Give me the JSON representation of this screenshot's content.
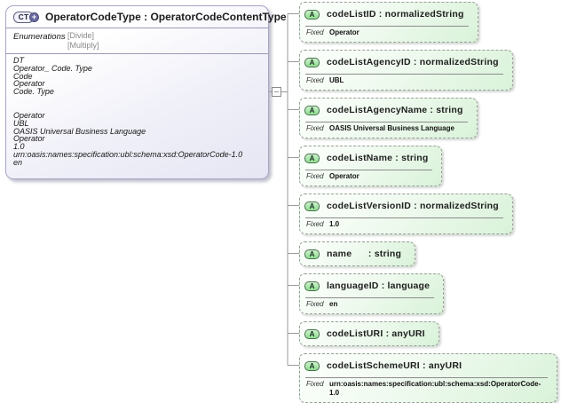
{
  "main_type": {
    "icon_label": "CT",
    "icon_plus": "+",
    "title": "OperatorCodeType : OperatorCodeContentType",
    "enumerations_label": "Enumerations",
    "enumeration_tags": [
      "[Divide]",
      "[Multiply]"
    ],
    "detail_lines_group1": [
      "DT",
      "Operator_ Code. Type",
      "Code",
      "Operator",
      "Code. Type"
    ],
    "detail_lines_group2": [
      "Operator",
      "UBL",
      "OASIS Universal Business Language",
      "Operator",
      "1.0",
      "urn:oasis:names:specification:ubl:schema:xsd:OperatorCode-1.0",
      "en"
    ]
  },
  "fixed_label": "Fixed",
  "attribute_icon_label": "A",
  "attributes": [
    {
      "label": "codeListID : normalizedString",
      "fixed": "Operator"
    },
    {
      "label": "codeListAgencyID : normalizedString",
      "fixed": "UBL"
    },
    {
      "label": "codeListAgencyName : string",
      "fixed": "OASIS Universal Business Language"
    },
    {
      "label": "codeListName : string",
      "fixed": "Operator"
    },
    {
      "label": "codeListVersionID : normalizedString",
      "fixed": "1.0"
    },
    {
      "label": "name      : string",
      "fixed": null
    },
    {
      "label": "languageID : language",
      "fixed": "en"
    },
    {
      "label": "codeListURI : anyURI",
      "fixed": null
    },
    {
      "label": "codeListSchemeURI : anyURI",
      "fixed": "urn:oasis:names:specification:ubl:schema:xsd:OperatorCode-1.0"
    }
  ],
  "colors": {
    "attribute_fill": "#d9f2d9",
    "attribute_icon_green": "#8fdc8f",
    "main_box_fill": "#e6e6f4",
    "connector_gray": "#9b9b9b",
    "ct_icon_purple": "#6b6ba4"
  }
}
